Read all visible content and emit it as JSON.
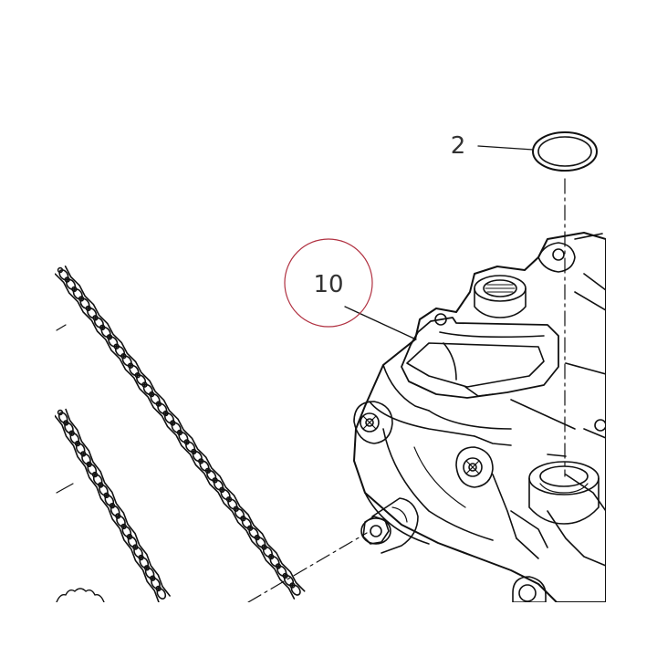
{
  "diagram": {
    "callouts": [
      {
        "id": "part-2",
        "label": "2"
      },
      {
        "id": "part-10",
        "label": "10"
      }
    ],
    "colors": {
      "line": "#111111",
      "callout_text": "#333333",
      "highlight_circle": "#b03040",
      "background": "#ffffff"
    }
  }
}
